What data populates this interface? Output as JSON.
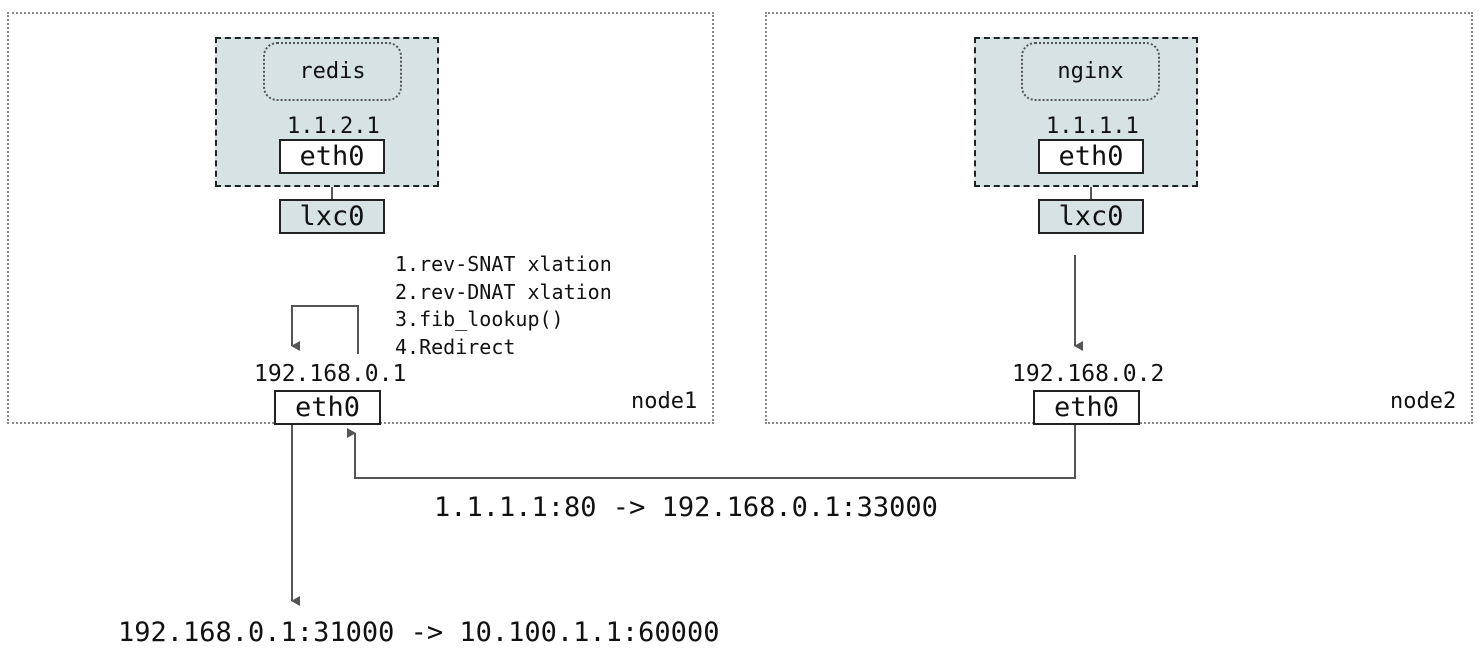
{
  "node1": {
    "label": "node1",
    "pod": {
      "app": "redis",
      "ip": "1.1.2.1",
      "eth": "eth0"
    },
    "lxc": "lxc0",
    "host_ip": "192.168.0.1",
    "host_eth": "eth0",
    "steps": [
      "1.rev-SNAT xlation",
      "2.rev-DNAT xlation",
      "3.fib_lookup()",
      "4.Redirect"
    ]
  },
  "node2": {
    "label": "node2",
    "pod": {
      "app": "nginx",
      "ip": "1.1.1.1",
      "eth": "eth0"
    },
    "lxc": "lxc0",
    "host_ip": "192.168.0.2",
    "host_eth": "eth0"
  },
  "flows": {
    "between_nodes": "1.1.1.1:80 -> 192.168.0.1:33000",
    "egress": "192.168.0.1:31000 -> 10.100.1.1:60000"
  }
}
